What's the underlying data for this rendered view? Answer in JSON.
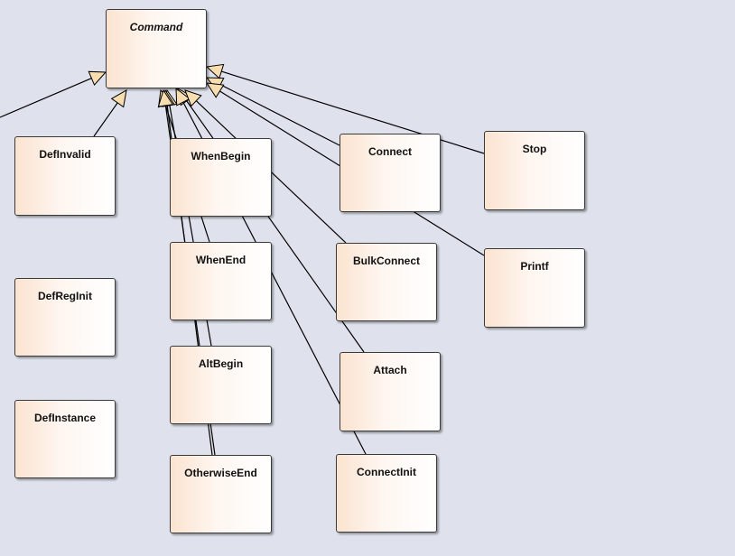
{
  "diagram": {
    "type": "uml-class-generalization",
    "background_color": "#dfe2ec",
    "box_fill_colors": [
      "#fbe3d0",
      "#ffffff"
    ],
    "arrowhead_fill_color": "#f8ddb0",
    "base_class": {
      "id": "command",
      "name": "Command",
      "abstract": true
    },
    "subclasses": [
      {
        "id": "defInvalid",
        "name": "DefInvalid"
      },
      {
        "id": "defRegInit",
        "name": "DefRegInit"
      },
      {
        "id": "defInstance",
        "name": "DefInstance"
      },
      {
        "id": "whenBegin",
        "name": "WhenBegin"
      },
      {
        "id": "whenEnd",
        "name": "WhenEnd"
      },
      {
        "id": "altBegin",
        "name": "AltBegin"
      },
      {
        "id": "otherwiseEnd",
        "name": "OtherwiseEnd"
      },
      {
        "id": "connect",
        "name": "Connect"
      },
      {
        "id": "bulkConnect",
        "name": "BulkConnect"
      },
      {
        "id": "attach",
        "name": "Attach"
      },
      {
        "id": "connectInit",
        "name": "ConnectInit"
      },
      {
        "id": "stop",
        "name": "Stop"
      },
      {
        "id": "printf",
        "name": "Printf"
      }
    ]
  }
}
